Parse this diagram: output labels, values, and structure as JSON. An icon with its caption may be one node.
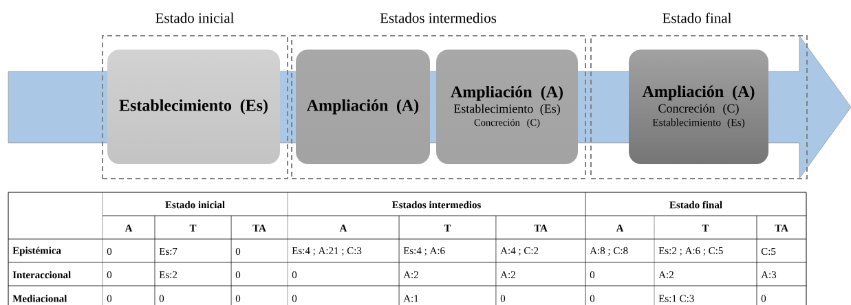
{
  "diagram": {
    "nodes": [
      {
        "text": [
          "Estado inicial"
        ]
      },
      {
        "text": [
          "Establecimiento (Es)"
        ],
        "in": 0
      },
      {
        "text": [
          "Estados intermedios"
        ]
      },
      {
        "text": [
          "Ampliación (A)"
        ],
        "in": 2
      },
      {
        "text": [
          "Ampliación (A)",
          "Establecimiento (Es)",
          "Concreción (C)"
        ],
        "in": 2
      },
      {
        "text": [
          "Estado final"
        ]
      },
      {
        "text": [
          "Ampliación (A)",
          "Concreción (C)",
          "Establecimiento (Es)"
        ],
        "in": 5
      }
    ],
    "labels": [
      "Estado inicial",
      "Estados intermedios",
      "Estado final",
      "A",
      "T",
      "TA",
      "A",
      "T",
      "TA",
      "A",
      "T",
      "TA",
      "Epistémica",
      "0",
      "Es:7",
      "0",
      "Es:4 ; A:21 ; C:3",
      "Es:4 ; A:6",
      "A:4 ; C:2",
      "A:8 ; C:8",
      "Es:2 ; A:6 ; C:5",
      "C:5",
      "Interaccional",
      "0",
      "Es:2",
      "0",
      "0",
      "A:2",
      "A:2",
      "0",
      "A:2",
      "A:3",
      "Mediacional",
      "0",
      "0",
      "0",
      "0",
      "A:1",
      "0",
      "0",
      "Es:1 C:3",
      "0"
    ]
  }
}
